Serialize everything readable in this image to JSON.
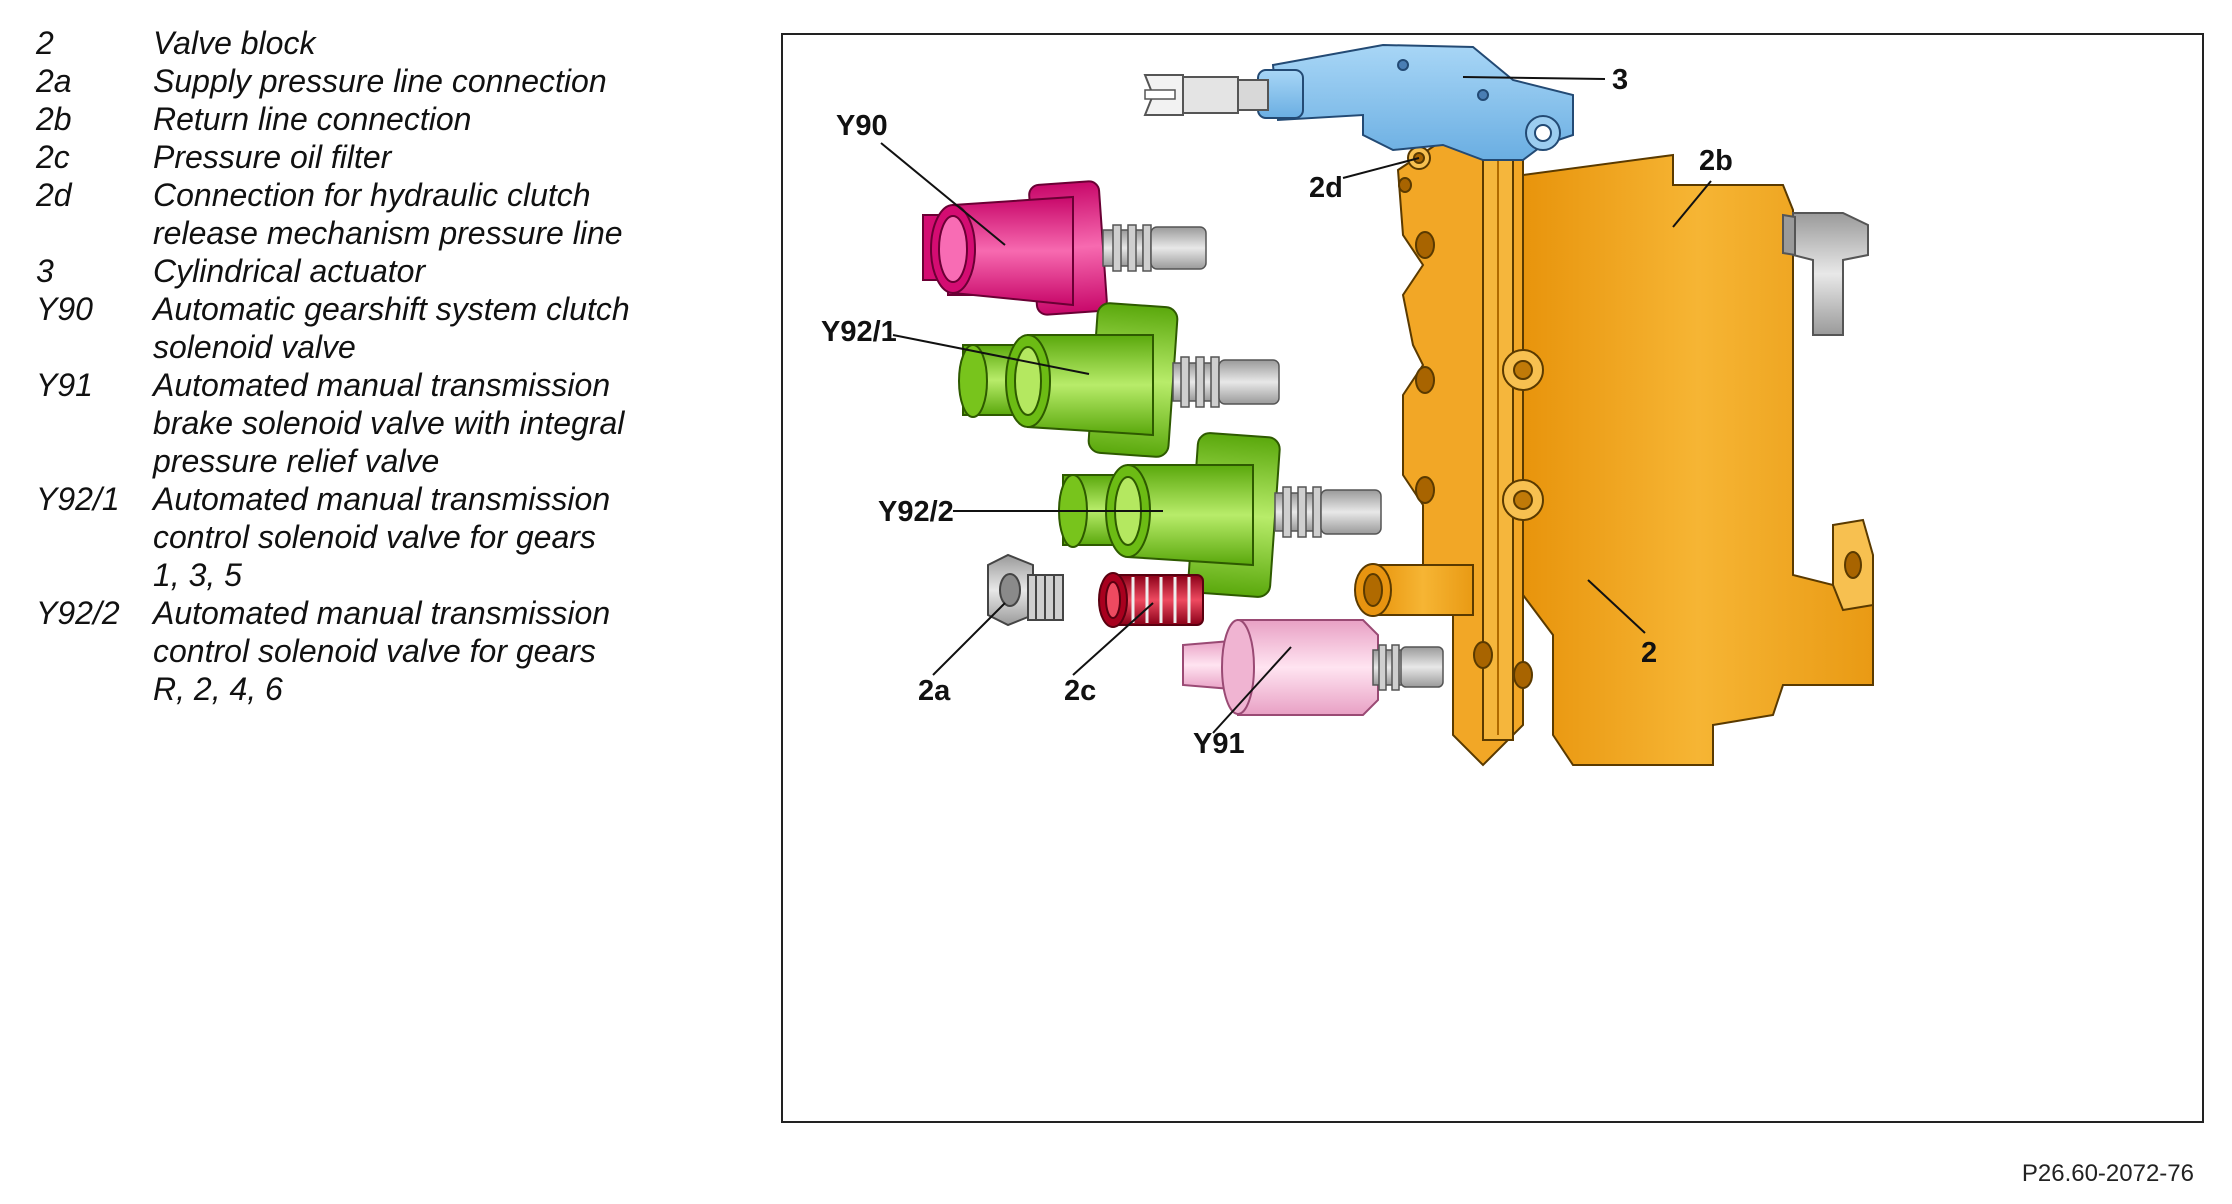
{
  "legend": [
    {
      "code": "2",
      "lines": [
        "Valve block"
      ]
    },
    {
      "code": "2a",
      "lines": [
        "Supply pressure line connection"
      ]
    },
    {
      "code": "2b",
      "lines": [
        "Return line connection"
      ]
    },
    {
      "code": "2c",
      "lines": [
        "Pressure oil filter"
      ]
    },
    {
      "code": "2d",
      "lines": [
        "Connection for hydraulic clutch",
        "release mechanism pressure line"
      ]
    },
    {
      "code": "3",
      "lines": [
        "Cylindrical actuator"
      ]
    },
    {
      "code": "Y90",
      "lines": [
        "Automatic gearshift system clutch",
        "solenoid valve"
      ]
    },
    {
      "code": "Y91",
      "lines": [
        "Automated manual transmission",
        "brake solenoid valve with integral",
        "pressure relief valve"
      ]
    },
    {
      "code": "Y92/1",
      "lines": [
        "Automated manual transmission",
        "control solenoid valve for gears",
        "1, 3, 5"
      ]
    },
    {
      "code": "Y92/2",
      "lines": [
        "Automated manual transmission",
        "control solenoid valve for gears",
        "R, 2, 4, 6"
      ]
    }
  ],
  "callouts": {
    "c3": "3",
    "y90": "Y90",
    "c2d": "2d",
    "c2b": "2b",
    "y921": "Y92/1",
    "y922": "Y92/2",
    "c2": "2",
    "c2a": "2a",
    "c2c": "2c",
    "y91": "Y91"
  },
  "reference": "P26.60-2072-76",
  "colors": {
    "valve_block": "#f0a520",
    "actuator": "#8ec4ee",
    "y90": "#e0157a",
    "y92": "#7cc81a",
    "y91": "#f4b8d6",
    "filter": "#c8102e",
    "fitting": "#b4b4b4"
  }
}
